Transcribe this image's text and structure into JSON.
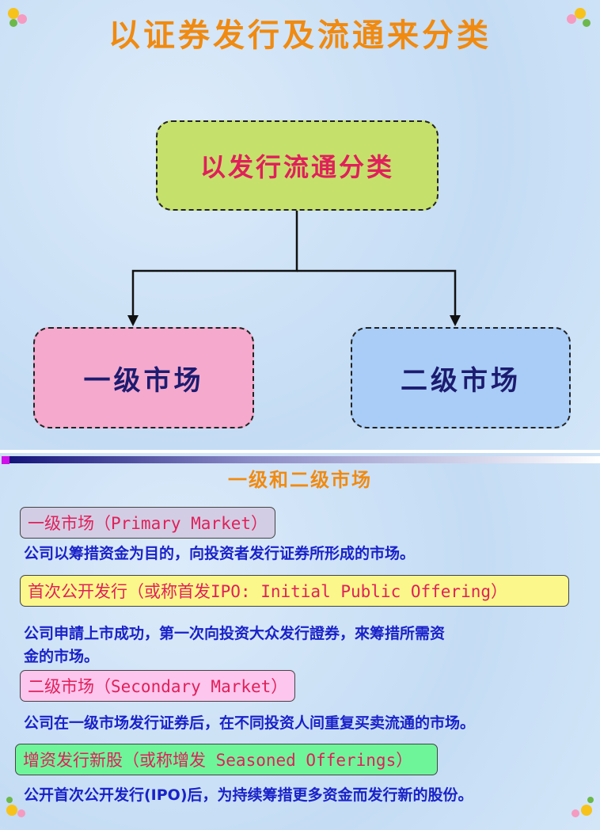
{
  "slide1": {
    "title": "以证券发行及流通来分类",
    "root": "以发行流通分类",
    "left": "一级市场",
    "right": "二级市场"
  },
  "slide2": {
    "title": "一级和二级市场",
    "items": [
      {
        "label": "一级市场（Primary Market）",
        "desc": "公司以筹措资金为目的，向投资者发行证券所形成的市场。",
        "color": "#d2cde4"
      },
      {
        "label": "首次公开发行（或称首发IPO: Initial Public Offering）",
        "desc1": "公司申請上市成功，第一次向投资大众发行證券，來筹措所需资",
        "desc2": "金的市场。",
        "color": "#fbf78a"
      },
      {
        "label": "二级市场（Secondary Market）",
        "desc": "公司在一级市场发行证券后，在不同投资人间重复买卖流通的市场。",
        "color": "#fcc6ee"
      },
      {
        "label": "增资发行新股（或称增发 Seasoned Offerings）",
        "desc": "公开首次公开发行(IPO)后，为持续筹措更多资金而发行新的股份。",
        "color": "#6ef59a"
      }
    ]
  }
}
